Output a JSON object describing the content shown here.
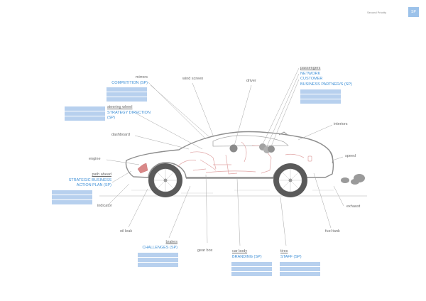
{
  "header": {
    "section_title": "Second Priority",
    "badge": "SP"
  },
  "labels": {
    "mirrors": {
      "title": "mirrors",
      "sub": "COMPETITION (SP)"
    },
    "windscreen": "wind screen",
    "driver": "driver",
    "passengers": {
      "title": "passengers",
      "lines": [
        "NETWORK",
        "CUSTOMER",
        "BUSINESS PARTNER/S (SP)"
      ]
    },
    "steering": {
      "title": "steering wheel",
      "lines": [
        "STRATEGY DIRECTION",
        "(SP)"
      ]
    },
    "interiors": "interiors",
    "dashboard": "dashboard",
    "speed": "speed",
    "engine": "engine",
    "path": {
      "title": "path ahead",
      "lines": [
        "STRATEGIC BUSINESS",
        "ACTION PLAN (SP)"
      ]
    },
    "indicator": "indicator",
    "exhaust": "exhaust",
    "oil_leak": "oil leak",
    "fuel_tank": "fuel tank",
    "brakes": {
      "title": "brakes",
      "sub": "CHALLENGES (SP)"
    },
    "gearbox": "gear box",
    "carbody": {
      "title": "car body",
      "sub": "BRANDING (SP)"
    },
    "tires": {
      "title": "tires",
      "sub": "STAFF (SP)"
    }
  }
}
